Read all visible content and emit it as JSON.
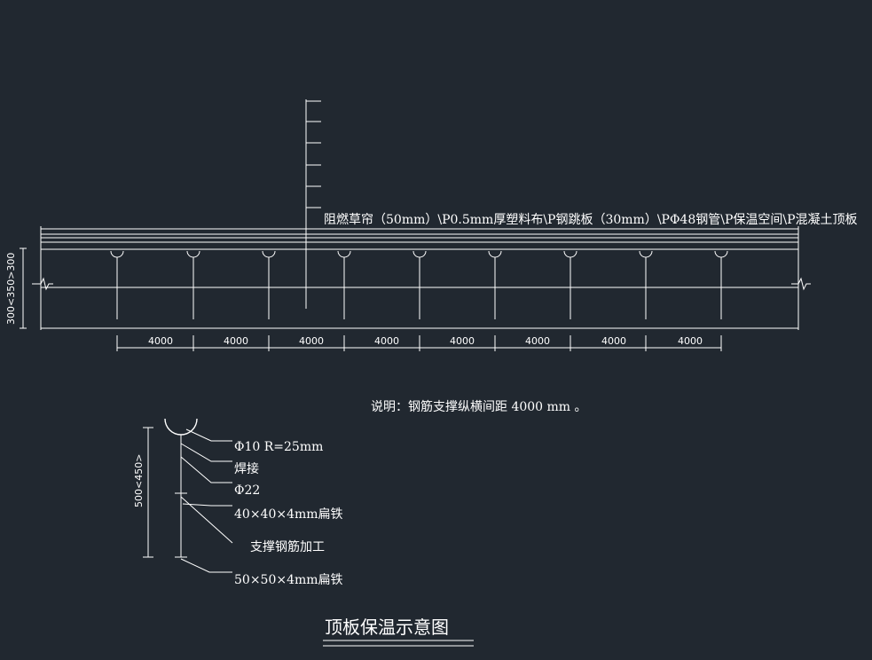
{
  "layer_label": "阻燃草帘（50mm）\\P0.5mm厚塑料布\\P钢跳板（30mm）\\PΦ48钢管\\P保温空间\\P混凝土顶板",
  "spacing_dims": [
    "4000",
    "4000",
    "4000",
    "4000",
    "4000",
    "4000",
    "4000",
    "4000"
  ],
  "side_dim": "300<350>300",
  "note": "说明：钢筋支撑纵横间距 4000 mm 。",
  "detail": {
    "dim": "500<450>",
    "labels": [
      "Φ10 R=25mm",
      "焊接",
      "Φ22",
      "40×40×4mm扁铁",
      "支撑钢筋加工",
      "50×50×4mm扁铁"
    ]
  },
  "title": "顶板保温示意图"
}
